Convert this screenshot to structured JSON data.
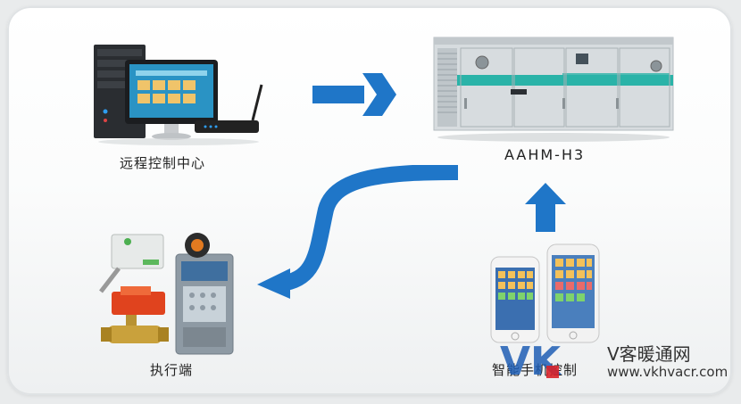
{
  "labels": {
    "remote_center": "远程控制中心",
    "unit_model": "AAHM-H3",
    "actuator": "执行端",
    "smartphone": "智能手机控制"
  },
  "watermark": {
    "logo": "VK",
    "brand": "V客暖通网",
    "url": "www.vkhvacr.com"
  },
  "colors": {
    "arrow_blue": "#1f76c8",
    "unit_stripe": "#2ab3a8"
  }
}
